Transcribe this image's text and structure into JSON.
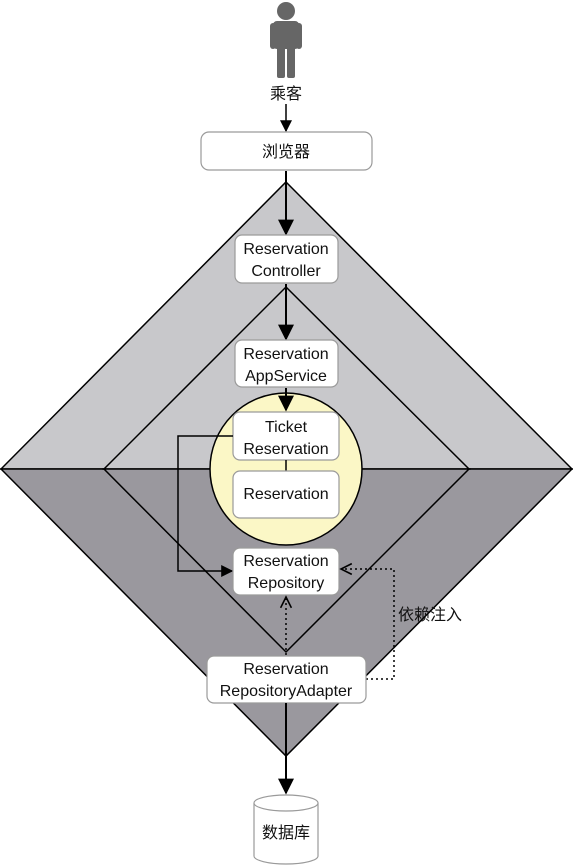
{
  "actor": {
    "label": "乘客",
    "icon": "person-icon"
  },
  "browser": {
    "label": "浏览器"
  },
  "controller": {
    "line1": "Reservation",
    "line2": "Controller"
  },
  "app_service": {
    "line1": "Reservation",
    "line2": "AppService"
  },
  "ticket_reservation": {
    "line1": "Ticket",
    "line2": "Reservation"
  },
  "reservation": {
    "label": "Reservation"
  },
  "repository": {
    "line1": "Reservation",
    "line2": "Repository"
  },
  "repository_adapter": {
    "line1": "Reservation",
    "line2": "RepositoryAdapter"
  },
  "dependency_injection": {
    "label": "依赖注入"
  },
  "database": {
    "label": "数据库",
    "icon": "database-icon"
  },
  "colors": {
    "outer_upper": "#c8c8cb",
    "outer_lower": "#9a989e",
    "inner_upper": "#c8c8cb",
    "inner_lower": "#9a989e",
    "domain_circle": "#fbf7c6",
    "box_fill": "#ffffff",
    "line": "#000000",
    "actor": "#666666"
  }
}
